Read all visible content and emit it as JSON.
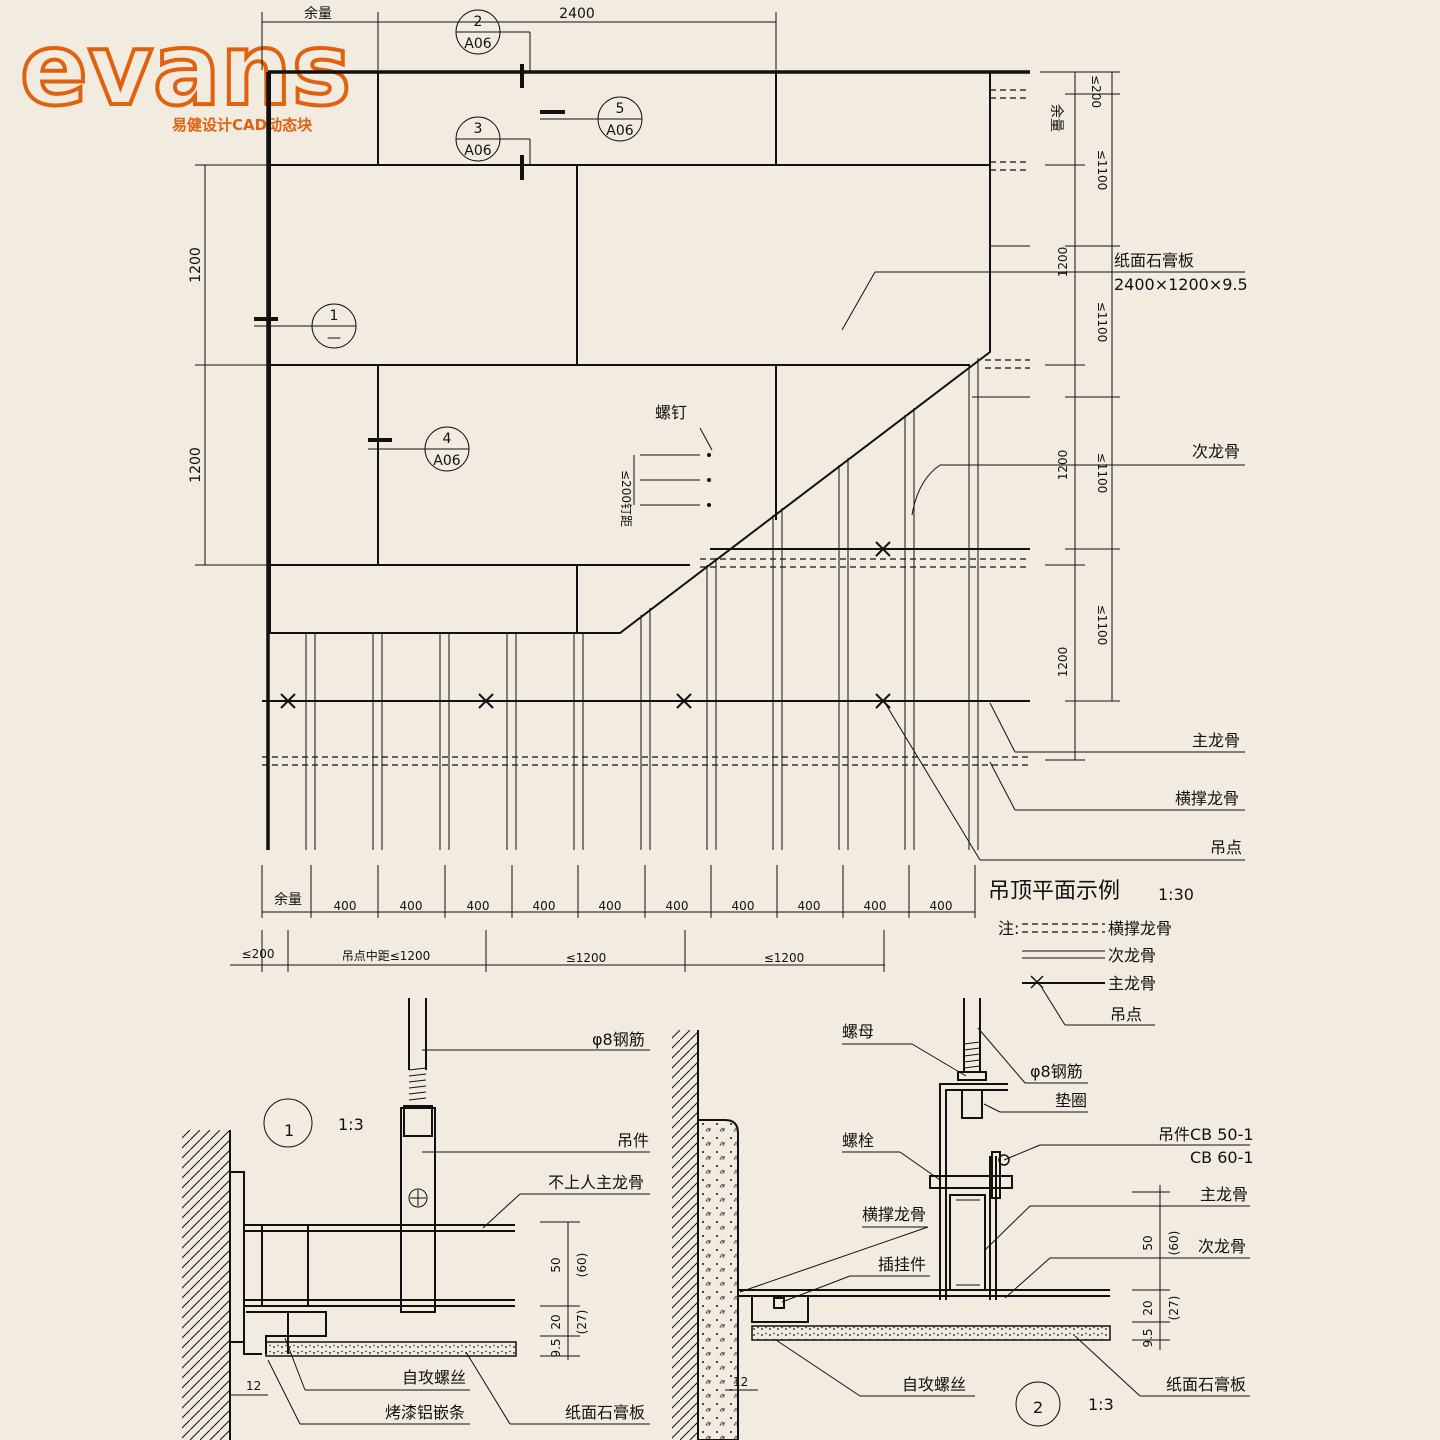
{
  "logo": {
    "mark": "evans",
    "subtitle": "易健设计CAD动态块"
  },
  "plan": {
    "title": "吊顶平面示例",
    "scale": "1:30",
    "dim_top_margin": "余量",
    "dim_top_2400": "2400",
    "dim_left_1200_a": "1200",
    "dim_left_1200_b": "1200",
    "dim_bottom_margin": "余量",
    "dim_bottom_spacing": [
      "400",
      "400",
      "400",
      "400",
      "400",
      "400",
      "400",
      "400",
      "400",
      "400"
    ],
    "dim_hanger_first": "≤200",
    "dim_hanger_spacing_label": "吊点中距≤1200",
    "dim_hanger_2": "≤1200",
    "dim_hanger_3": "≤1200",
    "dim_right_200": "≤200",
    "dim_right_margin": "余量",
    "dim_right_1100": [
      "≤1100",
      "≤1100",
      "≤1100",
      "≤1100"
    ],
    "dim_right_1200": [
      "1200",
      "1200",
      "1200"
    ],
    "screw_label": "螺钉",
    "nail_spacing_label": "钉距",
    "nail_spacing_value": "≤200",
    "labels": {
      "board": "纸面石膏板",
      "board_size": "2400×1200×9.5",
      "secondary_keel": "次龙骨",
      "main_keel": "主龙骨",
      "cross_keel": "横撑龙骨",
      "hanger_point": "吊点"
    },
    "legend": {
      "note": "注:",
      "cross_keel": "横撑龙骨",
      "secondary_keel": "次龙骨",
      "main_keel": "主龙骨",
      "hanger_point": "吊点"
    },
    "callouts": [
      {
        "num": "2",
        "ref": "A06"
      },
      {
        "num": "3",
        "ref": "A06"
      },
      {
        "num": "5",
        "ref": "A06"
      },
      {
        "num": "4",
        "ref": "A06"
      },
      {
        "num": "1",
        "ref": "—"
      }
    ]
  },
  "detail1": {
    "num": "1",
    "scale": "1:3",
    "labels": {
      "rebar": "φ8钢筋",
      "hanger": "吊件",
      "main_keel": "不上人主龙骨",
      "screw": "自攻螺丝",
      "trim": "烤漆铝嵌条",
      "board": "纸面石膏板"
    },
    "dims": {
      "d50": "50",
      "d60": "(60)",
      "d20": "20",
      "d27": "(27)",
      "d95": "9.5",
      "d12": "12"
    }
  },
  "detail2": {
    "num": "2",
    "scale": "1:3",
    "labels": {
      "nut": "螺母",
      "rebar": "φ8钢筋",
      "washer": "垫圈",
      "hanger_a": "吊件CB 50-1",
      "hanger_b": "CB 60-1",
      "bolt": "螺栓",
      "main_keel": "主龙骨",
      "cross_keel": "横撑龙骨",
      "clip": "插挂件",
      "secondary_keel": "次龙骨",
      "screw": "自攻螺丝",
      "board": "纸面石膏板"
    },
    "dims": {
      "d50": "50",
      "d60": "(60)",
      "d20": "20",
      "d27": "(27)",
      "d95": "9.5",
      "d12": "12"
    }
  }
}
